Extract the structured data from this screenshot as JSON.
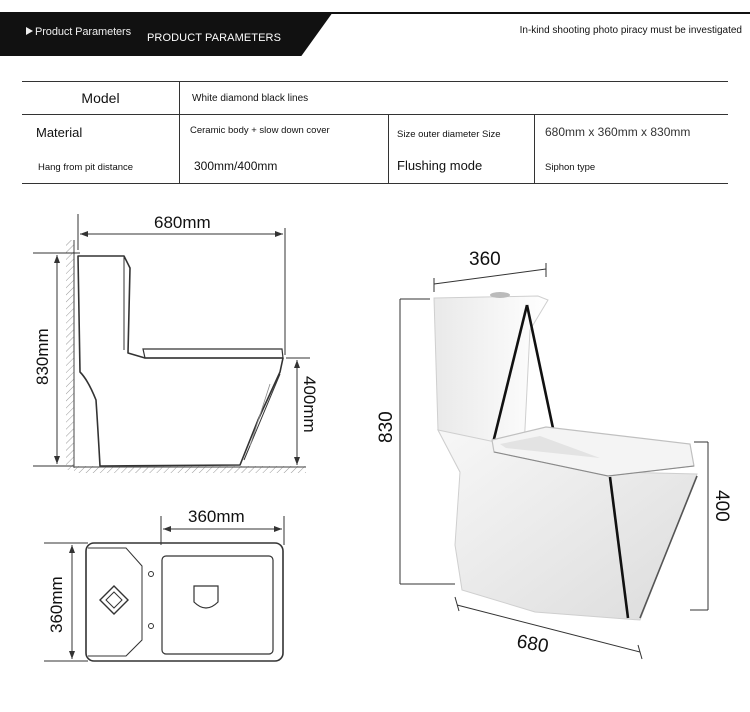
{
  "header": {
    "tag_label": "Product Parameters",
    "title": "PRODUCT PARAMETERS",
    "notice": "In-kind shooting photo piracy must be investigated"
  },
  "params": {
    "model_label": "Model",
    "model_value": "White diamond black lines",
    "material_label": "Material",
    "material_value": "Ceramic body + slow down cover",
    "pit_label": "Hang from pit distance",
    "pit_value": "300mm/400mm",
    "size_label": "Size outer diameter Size",
    "size_value": "680mm x 360mm x 830mm",
    "flush_label": "Flushing mode",
    "flush_value": "Siphon type"
  },
  "dimensions": {
    "side_width": "680mm",
    "side_height": "830mm",
    "side_seat": "400mm",
    "top_width": "360mm",
    "top_depth": "360mm",
    "photo_width": "360",
    "photo_height": "830",
    "photo_seat": "400",
    "photo_depth": "680"
  }
}
